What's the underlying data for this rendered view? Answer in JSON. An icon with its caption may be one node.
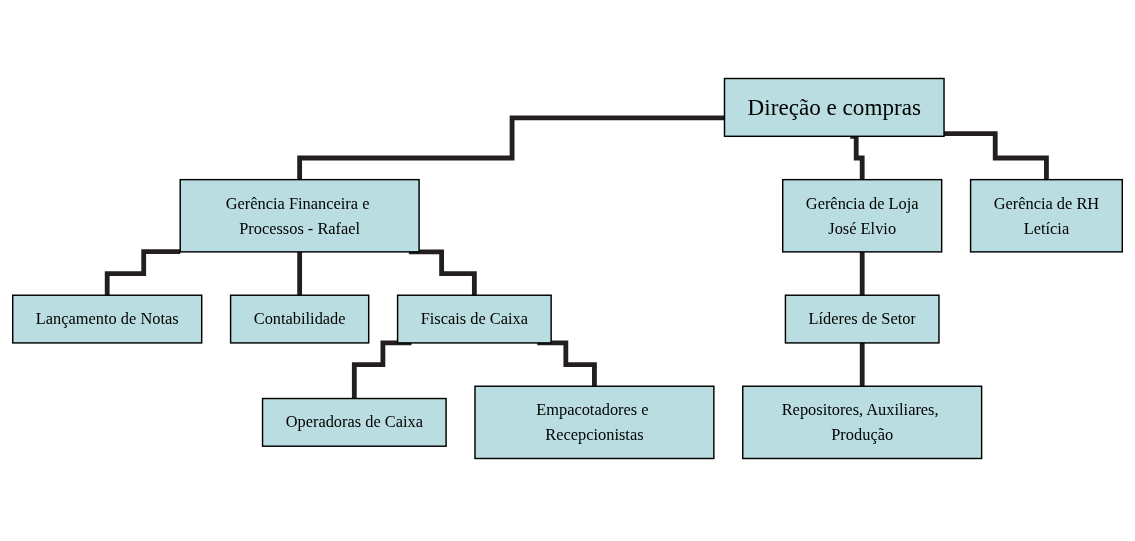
{
  "diagram": {
    "nodes": [
      {
        "text": [
          "Direção e compras"
        ]
      },
      {
        "text": [
          "Gerência Financeira e Processos - Rafael"
        ]
      },
      {
        "text": [
          "Gerência de Loja",
          "José Elvio"
        ]
      },
      {
        "text": [
          "Gerência de RH",
          "Letícia"
        ]
      },
      {
        "text": [
          "Lançamento de Notas"
        ]
      },
      {
        "text": [
          "Contabilidade"
        ]
      },
      {
        "text": [
          "Fiscais de Caixa"
        ]
      },
      {
        "text": [
          "Líderes de Setor"
        ]
      },
      {
        "text": [
          "Operadoras de Caixa"
        ]
      },
      {
        "text": [
          "Empacotadores e Recepcionistas"
        ]
      },
      {
        "text": [
          "Repositores, Auxiliares, Produção"
        ]
      }
    ],
    "edges": [
      {
        "from": 0,
        "to": 1,
        "arrow": "none"
      },
      {
        "from": 0,
        "to": 2,
        "arrow": "none"
      },
      {
        "from": 0,
        "to": 3,
        "arrow": "none"
      },
      {
        "from": 1,
        "to": 4,
        "arrow": "none"
      },
      {
        "from": 1,
        "to": 5,
        "arrow": "none"
      },
      {
        "from": 1,
        "to": 6,
        "arrow": "none"
      },
      {
        "from": 2,
        "to": 7,
        "arrow": "none"
      },
      {
        "from": 6,
        "to": 8,
        "arrow": "none"
      },
      {
        "from": 6,
        "to": 9,
        "arrow": "none"
      },
      {
        "from": 7,
        "to": 10,
        "arrow": "none"
      }
    ]
  }
}
